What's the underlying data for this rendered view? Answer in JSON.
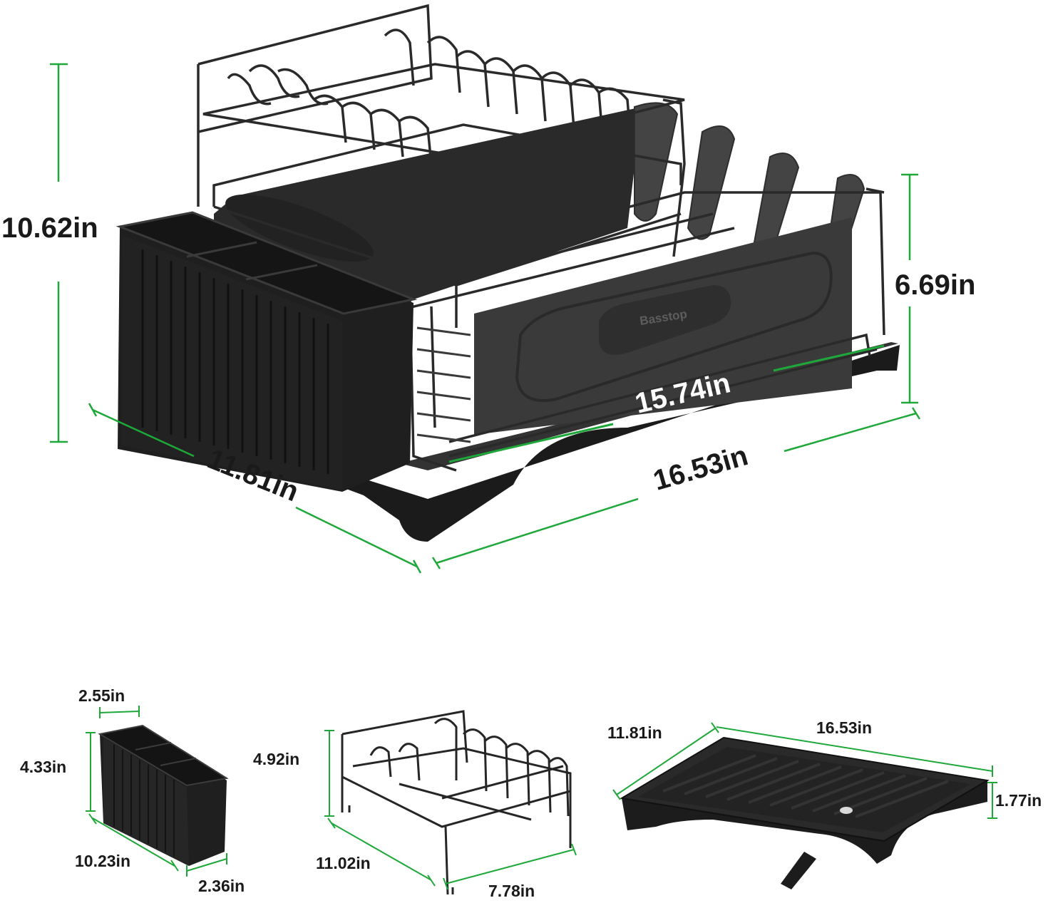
{
  "brand_logo": "Basstop",
  "accent_color": "#1fa83a",
  "product_color": "#1c1c1c",
  "main_rack": {
    "height": "10.62in",
    "depth": "11.81in",
    "width": "16.53in",
    "inner_width": "15.74in",
    "side_height": "6.69in"
  },
  "utensil_holder": {
    "width": "2.55in",
    "height": "4.33in",
    "length": "10.23in",
    "depth": "2.36in"
  },
  "plate_rack": {
    "height": "4.92in",
    "length": "11.02in",
    "width": "7.78in"
  },
  "drain_tray": {
    "depth": "11.81in",
    "length": "16.53in",
    "height": "1.77in"
  }
}
